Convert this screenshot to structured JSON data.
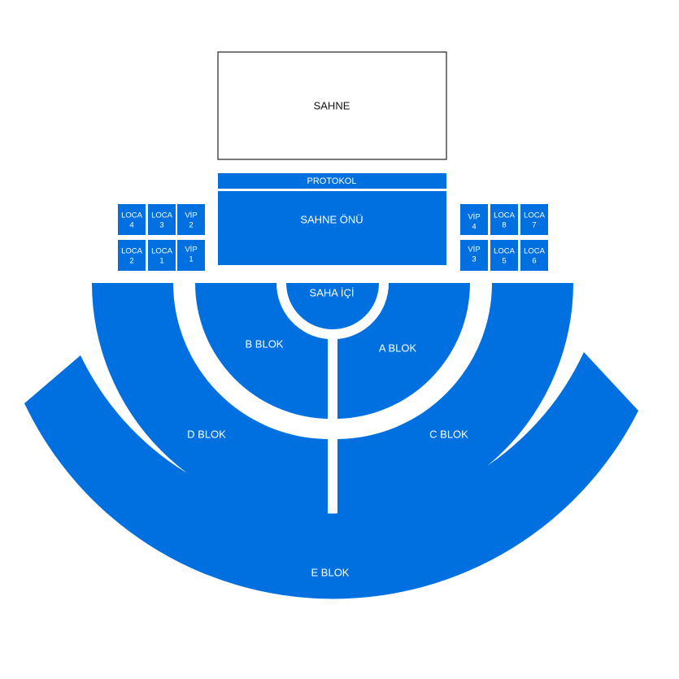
{
  "colors": {
    "section": "#0070E0",
    "stage_border": "#222222",
    "background": "#ffffff"
  },
  "stage": {
    "label": "SAHNE"
  },
  "protokol": {
    "label": "PROTOKOL"
  },
  "sahne_onu": {
    "label": "SAHNE ÖNÜ"
  },
  "saha_ici": {
    "label": "SAHA İÇİ"
  },
  "blocks": {
    "a": "A BLOK",
    "b": "B BLOK",
    "c": "C BLOK",
    "d": "D BLOK",
    "e": "E BLOK"
  },
  "left_boxes": {
    "loca4": {
      "l1": "LOCA",
      "l2": "4"
    },
    "loca3": {
      "l1": "LOCA",
      "l2": "3"
    },
    "vip2": {
      "l1": "VİP",
      "l2": "2"
    },
    "loca2": {
      "l1": "LOCA",
      "l2": "2"
    },
    "loca1": {
      "l1": "LOCA",
      "l2": "1"
    },
    "vip1": {
      "l1": "VİP",
      "l2": "1"
    }
  },
  "right_boxes": {
    "vip4": {
      "l1": "VİP",
      "l2": "4"
    },
    "loca8": {
      "l1": "LOCA",
      "l2": "8"
    },
    "loca7": {
      "l1": "LOCA",
      "l2": "7"
    },
    "vip3": {
      "l1": "VİP",
      "l2": "3"
    },
    "loca5": {
      "l1": "LOCA",
      "l2": "5"
    },
    "loca6": {
      "l1": "LOCA",
      "l2": "6"
    }
  }
}
